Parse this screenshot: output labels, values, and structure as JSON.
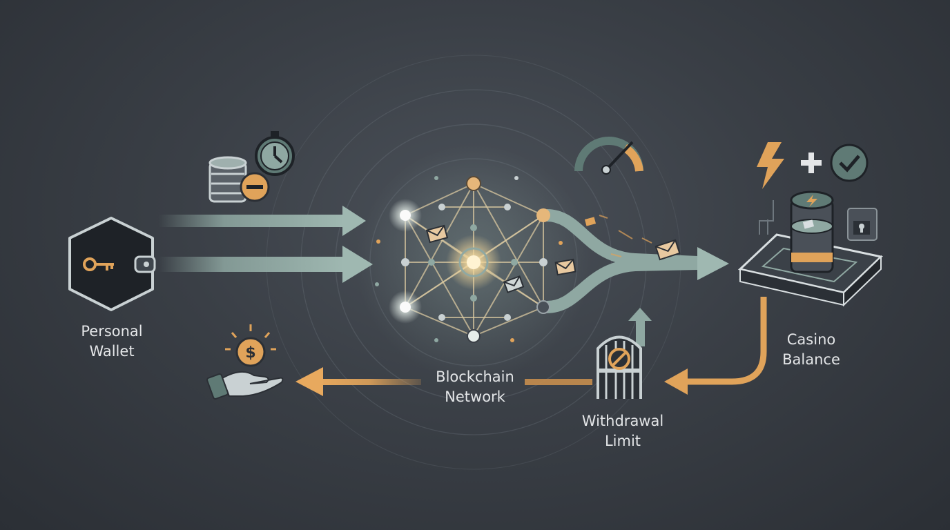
{
  "labels": {
    "wallet_line1": "Personal",
    "wallet_line2": "Wallet",
    "network_line1": "Blockchain",
    "network_line2": "Network",
    "casino_line1": "Casino",
    "casino_line2": "Balance",
    "withdraw_line1": "Withdrawal",
    "withdraw_line2": "Limit"
  },
  "colors": {
    "background": "#373c43",
    "teal": "#8fa8a2",
    "teal_dark": "#5f7a75",
    "orange": "#e0a35a",
    "glow": "#f6e7b5",
    "icon_dark": "#23272c",
    "text": "#e4e6e8"
  },
  "icons": [
    "key-icon",
    "coin-stack-icon",
    "minus-badge-icon",
    "stopwatch-icon",
    "speedometer-icon",
    "lightning-icon",
    "plus-icon",
    "check-icon",
    "lock-box-icon",
    "dollar-coin-icon",
    "open-hand-icon",
    "gate-icon",
    "no-entry-icon",
    "envelope-icon"
  ]
}
